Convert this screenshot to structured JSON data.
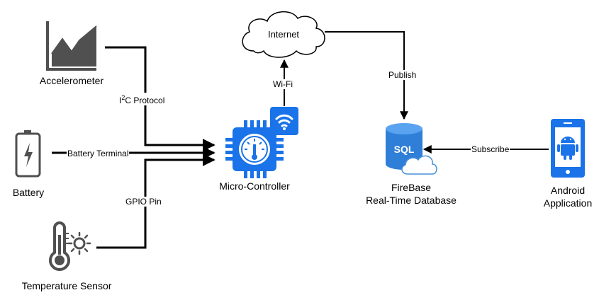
{
  "nodes": {
    "accelerometer": {
      "label": "Accelerometer",
      "icon": "line-chart-icon"
    },
    "battery": {
      "label": "Battery",
      "icon": "battery-icon"
    },
    "temperature_sensor": {
      "label": "Temperature Sensor",
      "icon": "thermometer-sun-icon"
    },
    "micro_controller": {
      "label": "Micro-Controller",
      "icon": "microchip-gauge-icon"
    },
    "wifi": {
      "icon": "wifi-icon"
    },
    "internet": {
      "label": "Internet",
      "icon": "cloud-icon"
    },
    "firebase": {
      "label_line1": "FireBase",
      "label_line2": "Real-Time Database",
      "icon": "sql-database-icon",
      "icon_text": "SQL"
    },
    "android": {
      "label_line1": "Android",
      "label_line2": "Application",
      "icon": "android-phone-icon"
    }
  },
  "edges": {
    "i2c": {
      "label_prefix": "I",
      "label_sup": "2",
      "label_suffix": "C Protocol"
    },
    "battery_terminal": {
      "label": "Battery Terminal"
    },
    "gpio": {
      "label": "GPIO Pin"
    },
    "wifi": {
      "label": "Wi-Fi"
    },
    "publish": {
      "label": "Publish"
    },
    "subscribe": {
      "label": "Subscribe"
    }
  },
  "colors": {
    "icon_dark": "#505050",
    "chip_blue": "#1a73e8",
    "db_blue": "#2f7ed8",
    "cloud_stroke": "#4a90d9",
    "line": "#000000"
  }
}
